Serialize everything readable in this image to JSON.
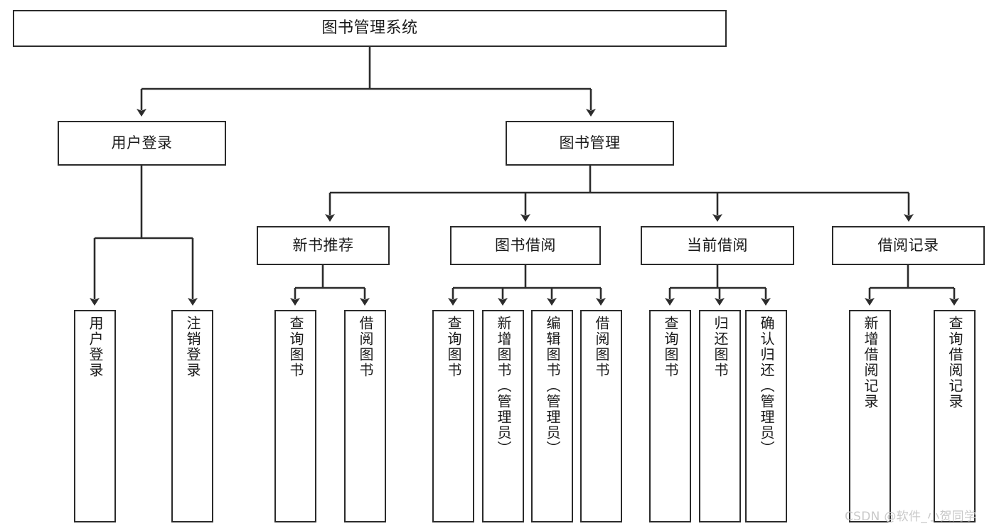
{
  "diagram": {
    "title": "图书管理系统",
    "watermark": "CSDN @软件_小贺同学",
    "stroke_color": "#2b2b2b",
    "background_color": "#ffffff",
    "text_color": "#1a1a1a",
    "watermark_color": "#c9c9c9",
    "levels": {
      "root": {
        "label": "图书管理系统"
      },
      "level2": [
        {
          "label": "用户登录"
        },
        {
          "label": "图书管理"
        }
      ],
      "level3": [
        {
          "label": "新书推荐"
        },
        {
          "label": "图书借阅"
        },
        {
          "label": "当前借阅"
        },
        {
          "label": "借阅记录"
        }
      ],
      "level4": [
        {
          "label": "用户登录",
          "parent": "用户登录"
        },
        {
          "label": "注销登录",
          "parent": "用户登录"
        },
        {
          "label": "查询图书",
          "parent": "新书推荐"
        },
        {
          "label": "借阅图书",
          "parent": "新书推荐"
        },
        {
          "label": "查询图书",
          "parent": "图书借阅"
        },
        {
          "label": "新增图书（管理员）",
          "parent": "图书借阅"
        },
        {
          "label": "编辑图书（管理员）",
          "parent": "图书借阅"
        },
        {
          "label": "借阅图书",
          "parent": "图书借阅"
        },
        {
          "label": "查询图书",
          "parent": "当前借阅"
        },
        {
          "label": "归还图书",
          "parent": "当前借阅"
        },
        {
          "label": "确认归还（管理员）",
          "parent": "当前借阅"
        },
        {
          "label": "新增借阅记录",
          "parent": "借阅记录"
        },
        {
          "label": "查询借阅记录",
          "parent": "借阅记录"
        }
      ]
    }
  }
}
